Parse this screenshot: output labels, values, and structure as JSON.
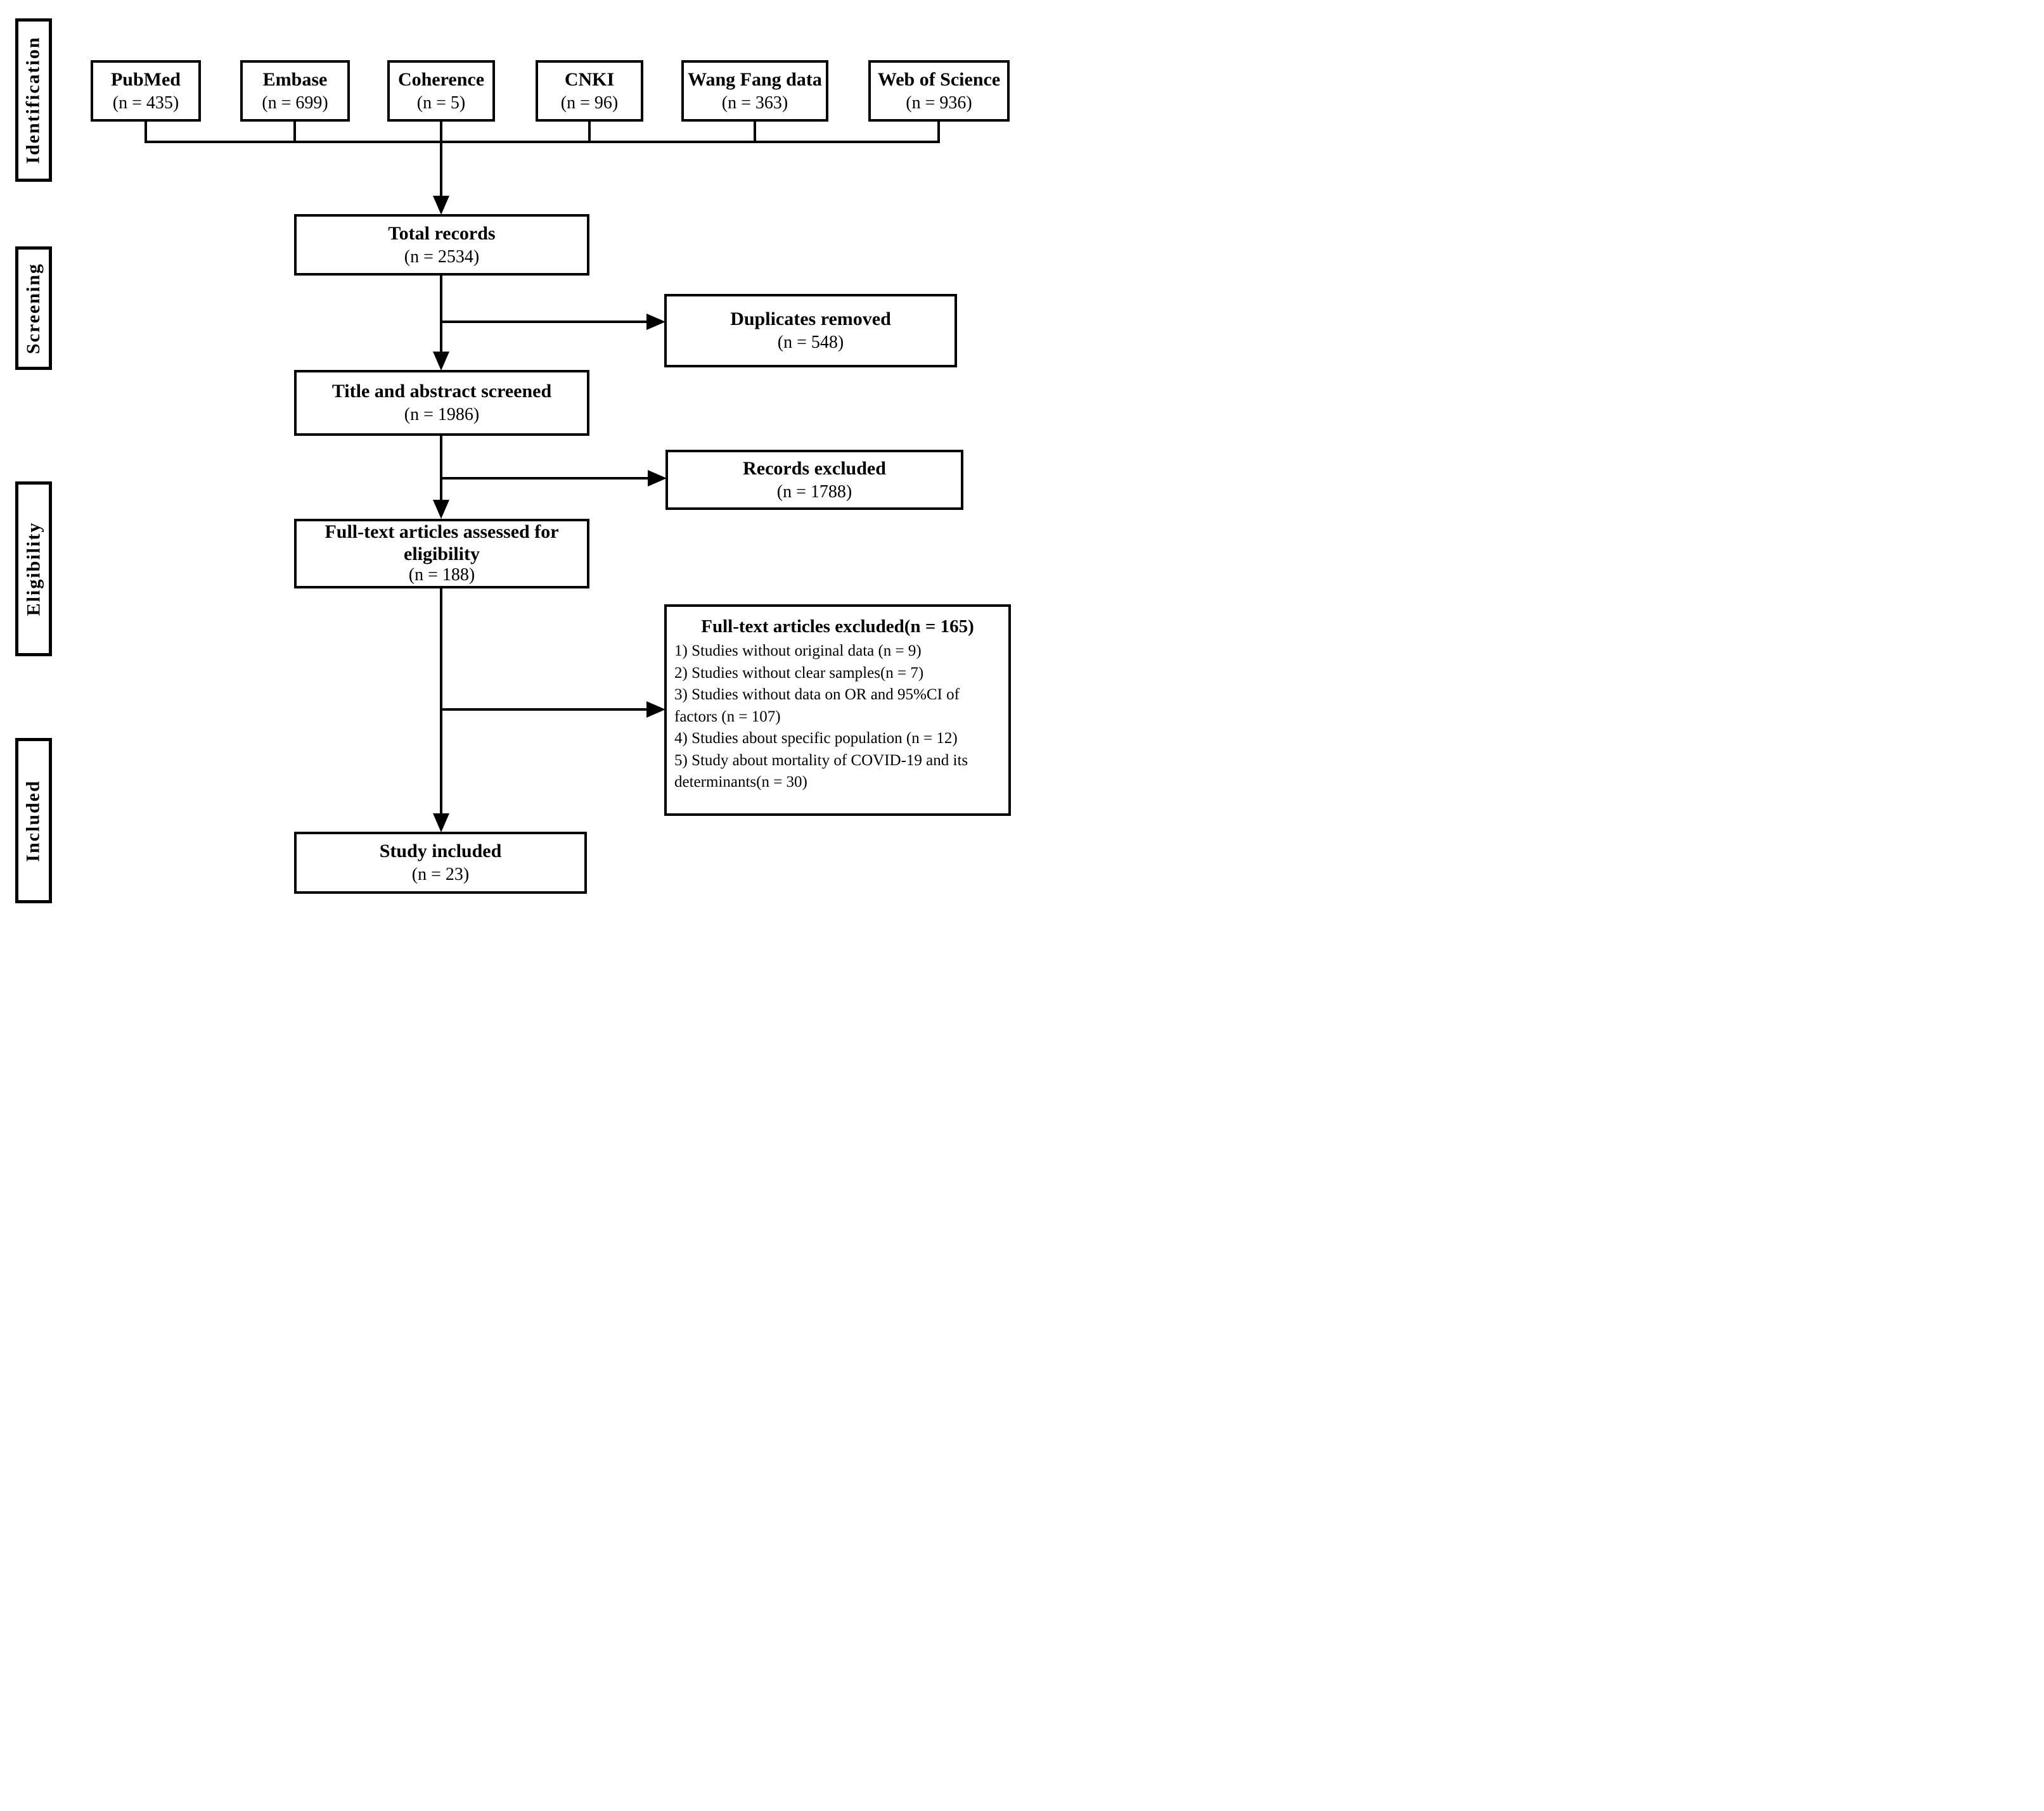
{
  "colors": {
    "ink": "#000000",
    "paper": "#ffffff"
  },
  "sidebar": {
    "stages": [
      {
        "label": "Identification"
      },
      {
        "label": "Screening"
      },
      {
        "label": "Eligibility"
      },
      {
        "label": "Included"
      }
    ]
  },
  "sources": [
    {
      "name": "PubMed",
      "count": "(n = 435)"
    },
    {
      "name": "Embase",
      "count": "(n = 699)"
    },
    {
      "name": "Coherence",
      "count": "(n = 5)"
    },
    {
      "name": "CNKI",
      "count": "(n = 96)"
    },
    {
      "name": "Wang Fang data",
      "count": "(n = 363)"
    },
    {
      "name": "Web of Science",
      "count": "(n = 936)"
    }
  ],
  "flow": {
    "total_records": {
      "title": "Total records",
      "count": "(n = 2534)"
    },
    "duplicates_removed": {
      "title": "Duplicates removed",
      "count": "(n = 548)"
    },
    "title_abstract_screened": {
      "title": "Title and abstract screened",
      "count": "(n = 1986)"
    },
    "records_excluded": {
      "title": "Records excluded",
      "count": "(n = 1788)"
    },
    "fulltext_assessed": {
      "title": "Full-text articles assessed for eligibility",
      "count": "(n = 188)"
    },
    "fulltext_excluded": {
      "title": "Full-text articles excluded(n = 165)",
      "items": [
        "1) Studies without original data (n = 9)",
        "2) Studies without clear samples(n = 7)",
        "3) Studies without data on OR and 95%CI of factors (n = 107)",
        "4) Studies about specific population (n = 12)",
        "5) Study about mortality of COVID-19 and its determinants(n = 30)"
      ]
    },
    "study_included": {
      "title": "Study included",
      "count": "(n = 23)"
    }
  }
}
